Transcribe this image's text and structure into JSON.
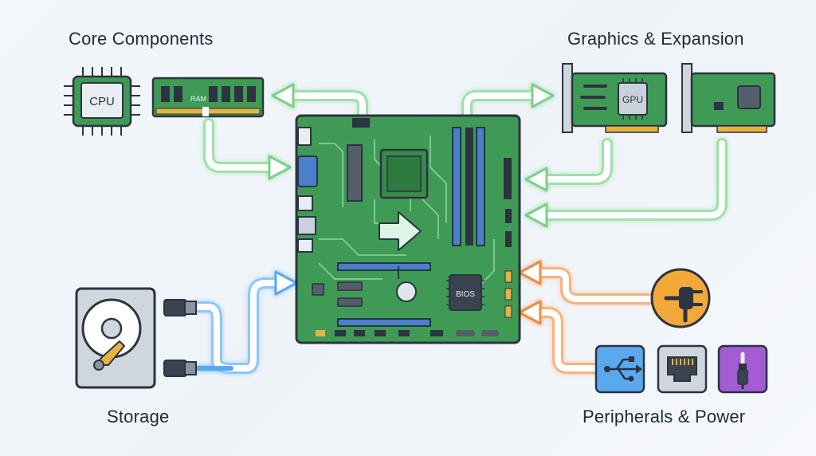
{
  "sections": {
    "core": "Core Components",
    "graphics": "Graphics & Expansion",
    "storage": "Storage",
    "peripherals": "Peripherals & Power"
  },
  "chips": {
    "cpu": "CPU",
    "ram": "RAM",
    "gpu": "GPU",
    "bios": "BIOS"
  },
  "icons": {
    "power": "power-plug-icon",
    "usb": "usb-icon",
    "ethernet": "ethernet-port-icon",
    "audio": "audio-jack-icon",
    "hdd": "hard-drive-icon"
  },
  "colors": {
    "board": "#3f9a55",
    "board_dark": "#2e7a41",
    "outline": "#2b3440",
    "green_arrow": "#7bd08a",
    "blue_arrow": "#5aa9f0",
    "orange_arrow": "#f08a3c",
    "slot_blue": "#4a7fc9",
    "gold": "#e6b33e"
  }
}
